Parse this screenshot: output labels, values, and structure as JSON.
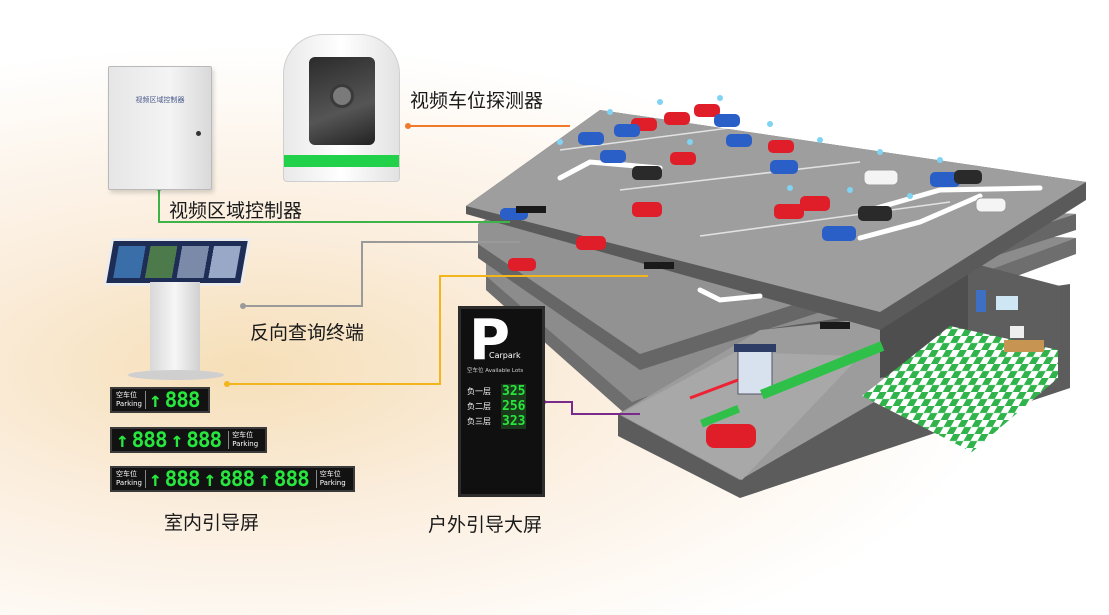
{
  "labels": {
    "video_detector": "视频车位探测器",
    "area_controller": "视频区域控制器",
    "reverse_terminal": "反向查询终端",
    "indoor_screen": "室内引导屏",
    "outdoor_screen": "户外引导大屏"
  },
  "controller_box": {
    "title": "视频区域控制器"
  },
  "indoor_screens": {
    "tag_top": "空车位",
    "tag_bottom": "Parking",
    "arrow": "↑",
    "digits": "888"
  },
  "outdoor_display": {
    "big_letter": "P",
    "title": "Carpark",
    "subtitle_cn": "空车位",
    "subtitle_en": "Available Lots",
    "rows": [
      {
        "label": "负一层",
        "value": "325"
      },
      {
        "label": "负二层",
        "value": "256"
      },
      {
        "label": "负三层",
        "value": "323"
      }
    ]
  },
  "colors": {
    "detector_line": "#f07a2a",
    "controller_line": "#3db34a",
    "terminal_line": "#9a9a9a",
    "indoor_line": "#f2b51c",
    "outdoor_line": "#7a2a8a",
    "led_green": "#27e63d"
  }
}
